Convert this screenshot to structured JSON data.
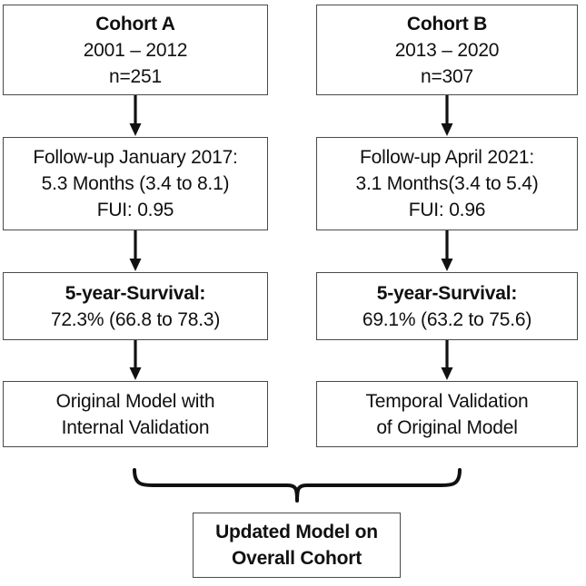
{
  "diagram": {
    "title": "Cohort study flow diagram",
    "type": "flowchart",
    "stroke_color": "#4a4a4a",
    "arrow_color": "#111111",
    "background": "#ffffff",
    "columns": [
      {
        "id": "cohort-a",
        "nodes": [
          {
            "id": "cohort-a-header",
            "lines": [
              {
                "text": "Cohort A",
                "bold": true
              },
              {
                "text": "2001 – 2012",
                "bold": false
              },
              {
                "text": "n=251",
                "bold": false
              }
            ]
          },
          {
            "id": "cohort-a-followup",
            "lines": [
              {
                "text": "Follow-up January 2017:",
                "bold": false
              },
              {
                "text": "5.3 Months (3.4 to 8.1)",
                "bold": false
              },
              {
                "text": "FUI: 0.95",
                "bold": false
              }
            ]
          },
          {
            "id": "cohort-a-survival",
            "lines": [
              {
                "text": "5-year-Survival:",
                "bold": true
              },
              {
                "text": "72.3% (66.8 to 78.3)",
                "bold": false
              }
            ]
          },
          {
            "id": "cohort-a-model",
            "lines": [
              {
                "text": "Original Model with",
                "bold": false
              },
              {
                "text": "Internal Validation",
                "bold": false
              }
            ]
          }
        ]
      },
      {
        "id": "cohort-b",
        "nodes": [
          {
            "id": "cohort-b-header",
            "lines": [
              {
                "text": "Cohort B",
                "bold": true
              },
              {
                "text": "2013 – 2020",
                "bold": false
              },
              {
                "text": "n=307",
                "bold": false
              }
            ]
          },
          {
            "id": "cohort-b-followup",
            "lines": [
              {
                "text": "Follow-up April 2021:",
                "bold": false
              },
              {
                "text": "3.1 Months(3.4 to 5.4)",
                "bold": false
              },
              {
                "text": "FUI: 0.96",
                "bold": false
              }
            ]
          },
          {
            "id": "cohort-b-survival",
            "lines": [
              {
                "text": "5-year-Survival:",
                "bold": true
              },
              {
                "text": "69.1% (63.2 to 75.6)",
                "bold": false
              }
            ]
          },
          {
            "id": "cohort-b-model",
            "lines": [
              {
                "text": "Temporal Validation",
                "bold": false
              },
              {
                "text": "of Original Model",
                "bold": false
              }
            ]
          }
        ]
      }
    ],
    "merge": {
      "id": "updated-model",
      "connector": "curly-brace-down",
      "lines": [
        {
          "text": "Updated Model on",
          "bold": true
        },
        {
          "text": "Overall Cohort",
          "bold": true
        }
      ]
    }
  }
}
